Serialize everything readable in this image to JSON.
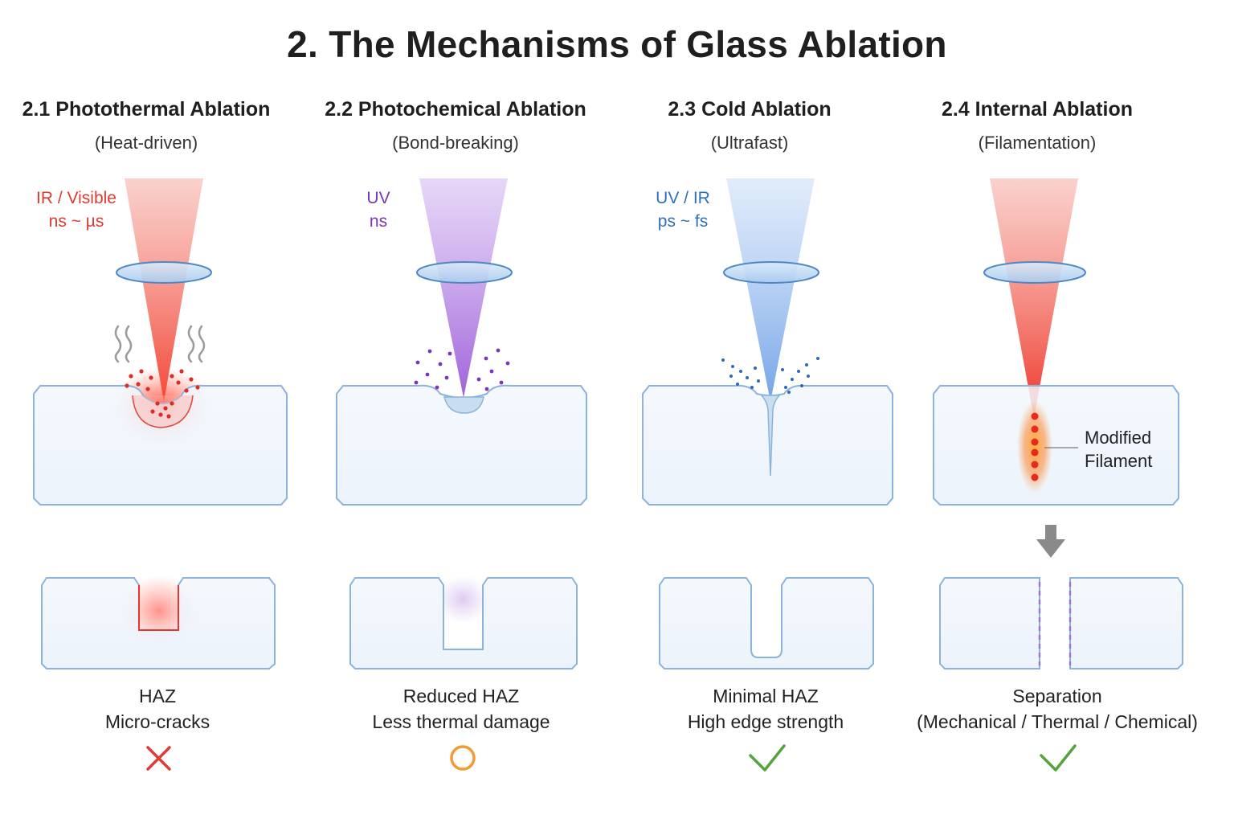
{
  "title": "2. The Mechanisms of Glass Ablation",
  "columns": [
    {
      "heading": "2.1 Photothermal Ablation",
      "subheading": "(Heat-driven)",
      "laser": {
        "line1": "IR / Visible",
        "line2": "ns ~ µs",
        "color": "#e03a2f"
      },
      "outcome": {
        "line1": "HAZ",
        "line2": "Micro-cracks"
      },
      "verdict_icon": "cross-icon",
      "verdict_color": "#e53935"
    },
    {
      "heading": "2.2 Photochemical Ablation",
      "subheading": "(Bond-breaking)",
      "laser": {
        "line1": "UV",
        "line2": "ns",
        "color": "#7b35b5"
      },
      "outcome": {
        "line1": "Reduced HAZ",
        "line2": "Less thermal damage"
      },
      "verdict_icon": "circle-icon",
      "verdict_color": "#f39c36"
    },
    {
      "heading": "2.3 Cold Ablation",
      "subheading": "(Ultrafast)",
      "laser": {
        "line1": "UV / IR",
        "line2": "ps ~ fs",
        "color": "#2f6fc0"
      },
      "outcome": {
        "line1": "Minimal HAZ",
        "line2": "High edge strength"
      },
      "verdict_icon": "check-icon",
      "verdict_color": "#55a33d"
    },
    {
      "heading": "2.4 Internal Ablation",
      "subheading": "(Filamentation)",
      "filament_label": {
        "line1": "Modified",
        "line2": "Filament"
      },
      "outcome": {
        "line1": "Separation",
        "line2": "(Mechanical / Thermal / Chemical)"
      },
      "verdict_icon": "check-icon",
      "verdict_color": "#55a33d"
    }
  ]
}
